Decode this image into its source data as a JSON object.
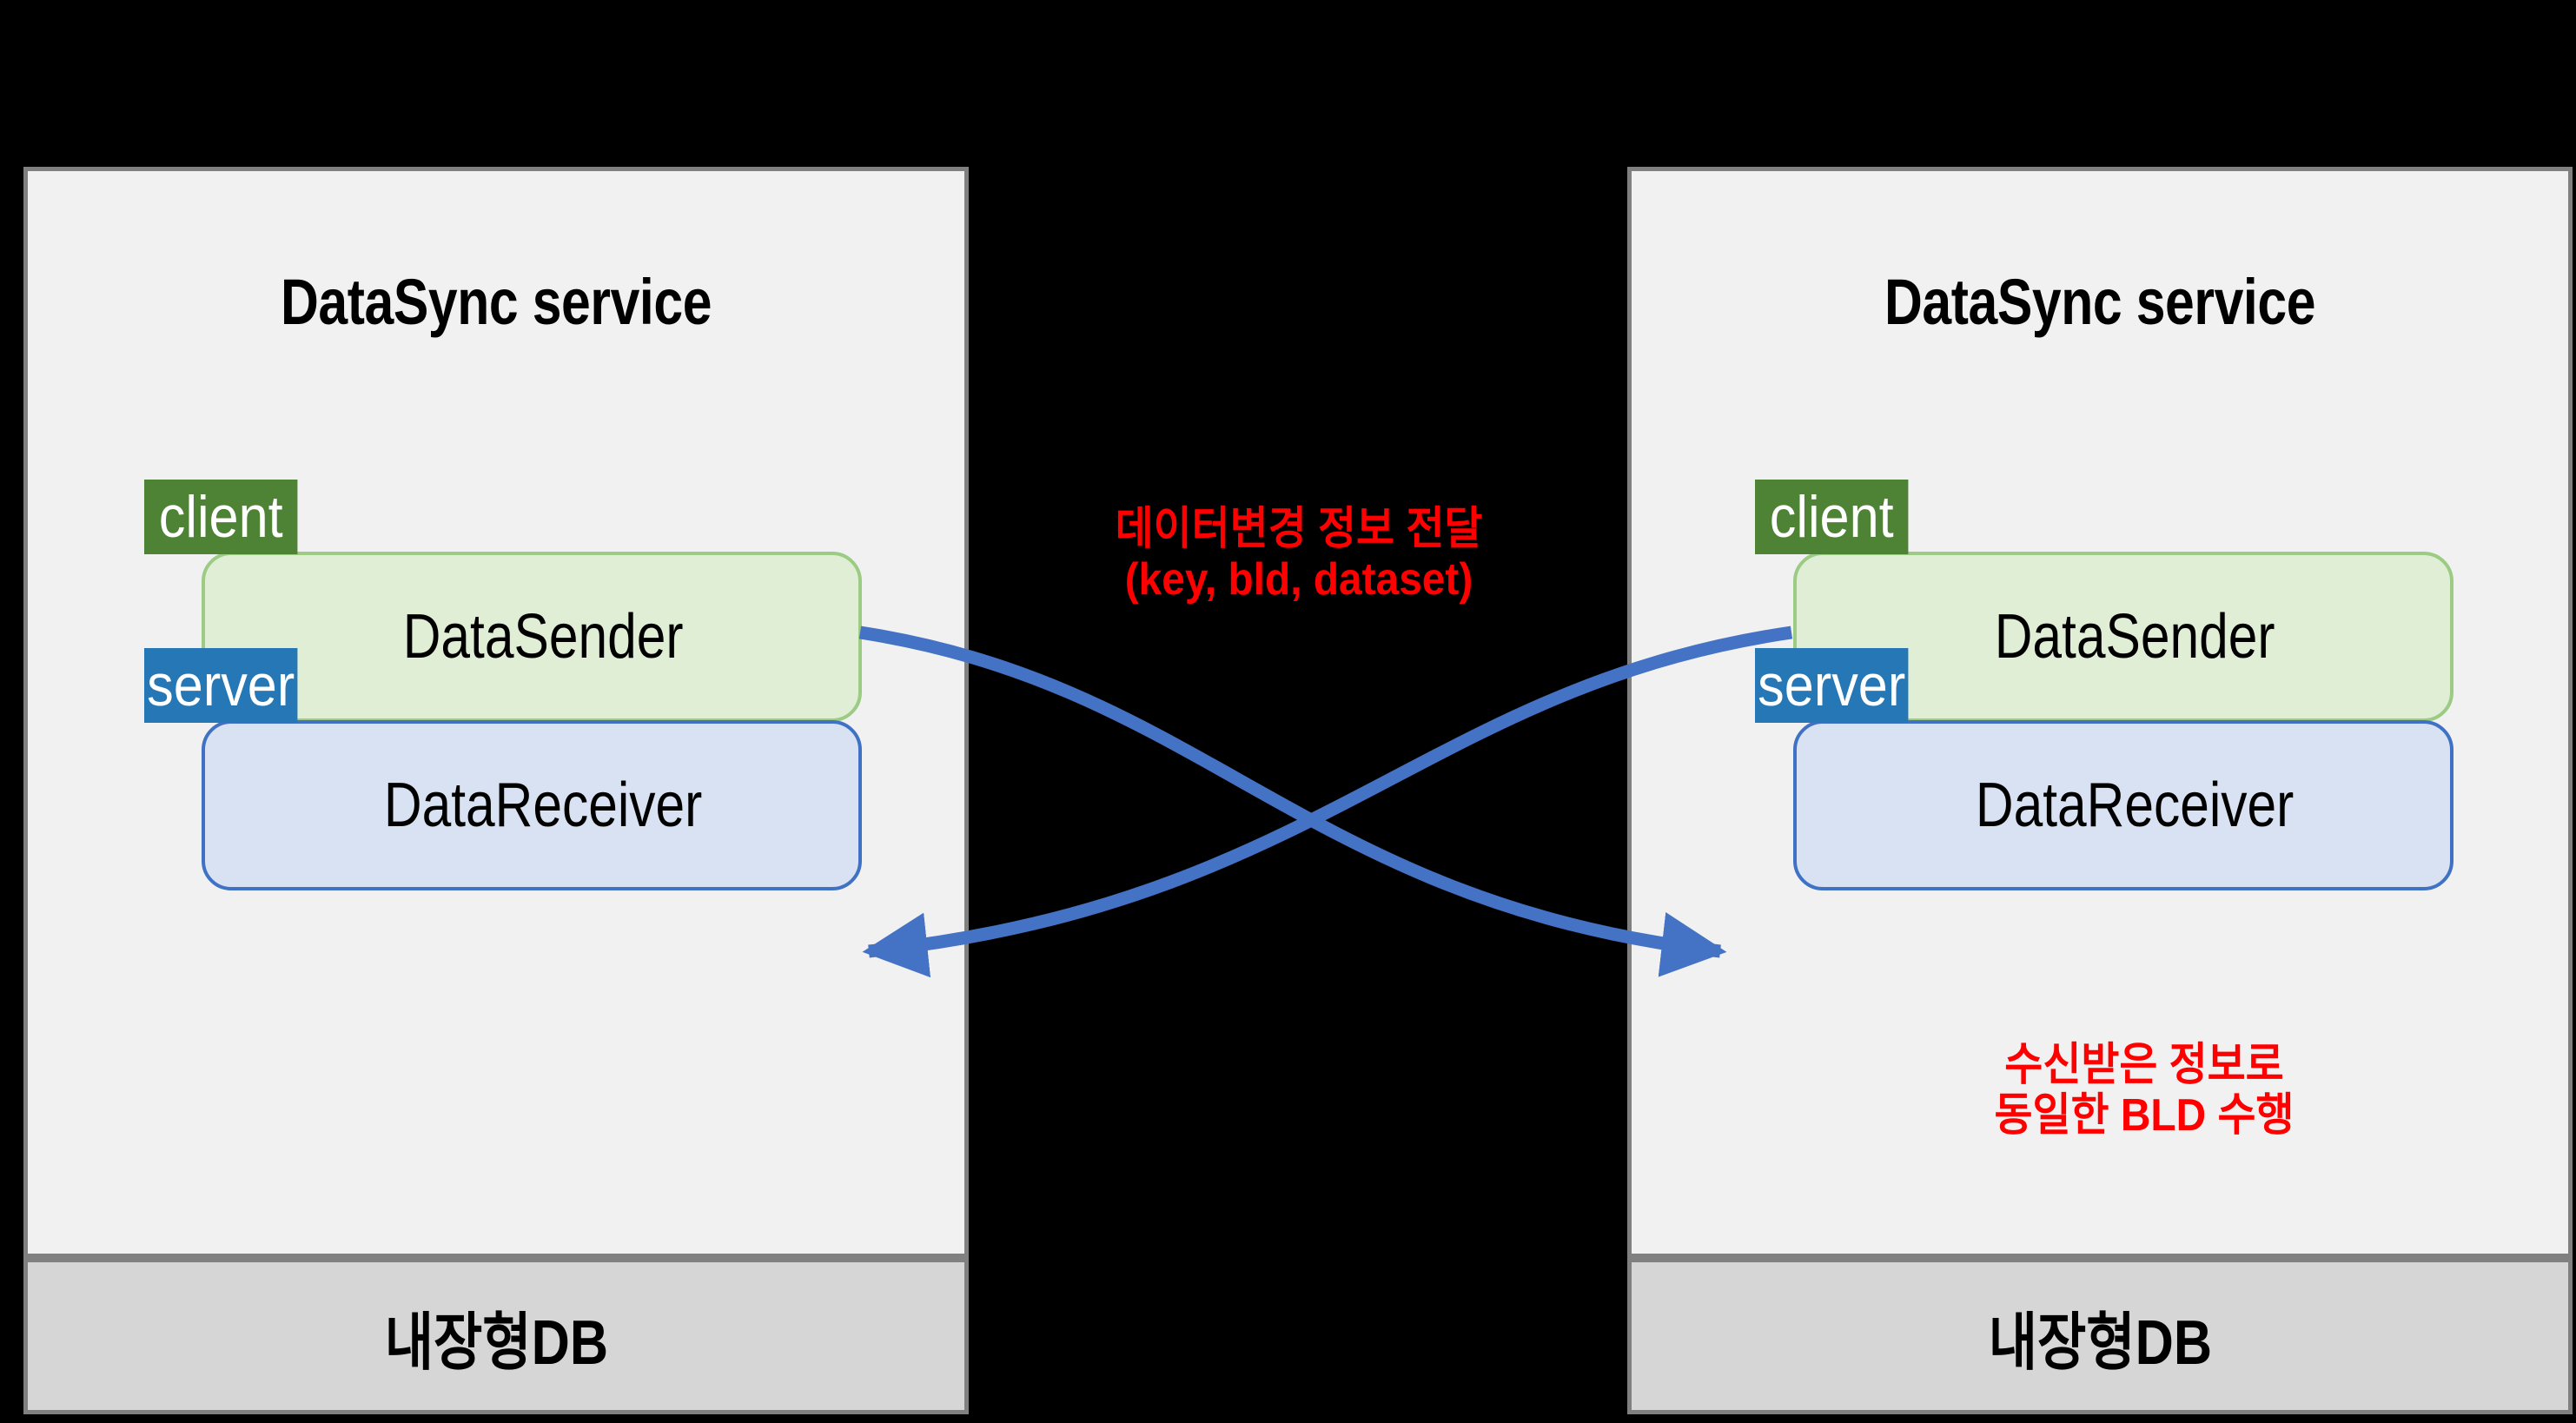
{
  "diagram": {
    "background_color": "#000000",
    "accent_line_color": "#4472c4",
    "annotation_color": "#ff0000"
  },
  "panels": [
    {
      "side": "left",
      "title": "DataSync service",
      "components": [
        {
          "badge": "client",
          "badge_color": "#4e8234",
          "label": "DataSender",
          "box_color": "#dfeed5"
        },
        {
          "badge": "server",
          "badge_color": "#2577b5",
          "label": "DataReceiver",
          "box_color": "#d9e2f3"
        }
      ],
      "db_label": "내장형DB"
    },
    {
      "side": "right",
      "title": "DataSync service",
      "components": [
        {
          "badge": "client",
          "badge_color": "#4e8234",
          "label": "DataSender",
          "box_color": "#dfeed5"
        },
        {
          "badge": "server",
          "badge_color": "#2577b5",
          "label": "DataReceiver",
          "box_color": "#d9e2f3"
        }
      ],
      "db_label": "내장형DB"
    }
  ],
  "annotations": {
    "center": "데이터변경 정보 전달\n(key, bld, dataset)",
    "bottom_right": "수신받은 정보로\n동일한 BLD 수행"
  },
  "connectors": [
    {
      "name": "left-sender-to-right-receiver",
      "from": "left DataSender",
      "to": "right DataReceiver",
      "arrow": "end"
    },
    {
      "name": "right-sender-to-left-receiver",
      "from": "right DataSender",
      "to": "left DataReceiver",
      "arrow": "end"
    }
  ]
}
